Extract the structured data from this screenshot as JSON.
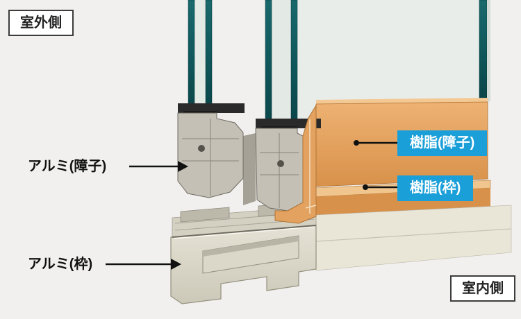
{
  "labels": {
    "outdoor_side": "室外側",
    "indoor_side": "室内側",
    "aluminum_shoji": "アルミ(障子)",
    "aluminum_waku": "アルミ(枠)",
    "resin_shoji": "樹脂(障子)",
    "resin_waku": "樹脂(枠)"
  },
  "colors": {
    "callout_blue": "#1b9fd8",
    "resin_orange": "#df9c52",
    "aluminum_gray": "#c4c0b5",
    "sill_beige": "#ddd9cb",
    "glass_teal": "#0e575b",
    "spacer_gold": "#ccb052"
  }
}
